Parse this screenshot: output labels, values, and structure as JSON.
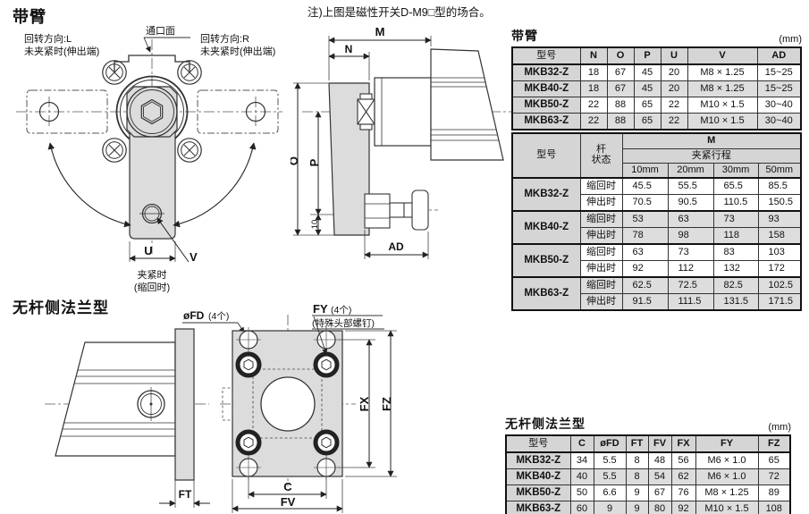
{
  "page": {
    "note": "注)上图是磁性开关D-M9□型的场合。"
  },
  "colors": {
    "drawing_fill": "#dcdcdc",
    "table_header_bg": "#d5d5d5",
    "table_shade_bg": "#dddddd",
    "line": "#333333"
  },
  "arm": {
    "heading": "带臂",
    "drawing1": {
      "port_face": "通口面",
      "rotation_l_line1": "回转方向:L",
      "rotation_l_line2": "未夹紧时(伸出端)",
      "rotation_r_line1": "回转方向:R",
      "rotation_r_line2": "未夹紧时(伸出端)",
      "dim_u": "U",
      "dim_v": "V",
      "clamped_line1": "夹紧时",
      "clamped_line2": "(缩回时)"
    },
    "drawing2": {
      "dim_m": "M",
      "dim_n": "N",
      "dim_o": "O",
      "dim_p": "P",
      "dim_10": "10",
      "dim_ad": "AD"
    },
    "table1": {
      "title": "带臂",
      "unit": "(mm)",
      "headers": [
        "型号",
        "N",
        "O",
        "P",
        "U",
        "V",
        "AD"
      ],
      "rows": [
        [
          "MKB32-Z",
          "18",
          "67",
          "45",
          "20",
          "M8 × 1.25",
          "15~25"
        ],
        [
          "MKB40-Z",
          "18",
          "67",
          "45",
          "20",
          "M8 × 1.25",
          "15~25"
        ],
        [
          "MKB50-Z",
          "22",
          "88",
          "65",
          "22",
          "M10 × 1.5",
          "30~40"
        ],
        [
          "MKB63-Z",
          "22",
          "88",
          "65",
          "22",
          "M10 × 1.5",
          "30~40"
        ]
      ]
    },
    "table2": {
      "header_model": "型号",
      "header_rod_line1": "杆",
      "header_rod_line2": "状态",
      "header_m": "M",
      "header_stroke": "夹紧行程",
      "stroke_cols": [
        "10mm",
        "20mm",
        "30mm",
        "50mm"
      ],
      "groups": [
        {
          "model": "MKB32-Z",
          "rows": [
            {
              "state": "缩回时",
              "values": [
                "45.5",
                "55.5",
                "65.5",
                "85.5"
              ]
            },
            {
              "state": "伸出时",
              "values": [
                "70.5",
                "90.5",
                "110.5",
                "150.5"
              ]
            }
          ]
        },
        {
          "model": "MKB40-Z",
          "rows": [
            {
              "state": "缩回时",
              "values": [
                "53",
                "63",
                "73",
                "93"
              ]
            },
            {
              "state": "伸出时",
              "values": [
                "78",
                "98",
                "118",
                "158"
              ]
            }
          ]
        },
        {
          "model": "MKB50-Z",
          "rows": [
            {
              "state": "缩回时",
              "values": [
                "63",
                "73",
                "83",
                "103"
              ]
            },
            {
              "state": "伸出时",
              "values": [
                "92",
                "112",
                "132",
                "172"
              ]
            }
          ]
        },
        {
          "model": "MKB63-Z",
          "rows": [
            {
              "state": "缩回时",
              "values": [
                "62.5",
                "72.5",
                "82.5",
                "102.5"
              ]
            },
            {
              "state": "伸出时",
              "values": [
                "91.5",
                "111.5",
                "131.5",
                "171.5"
              ]
            }
          ]
        }
      ]
    }
  },
  "flange": {
    "heading": "无杆侧法兰型",
    "drawing": {
      "fd_label": "øFD",
      "fd_qty": "(4个)",
      "fy_label": "FY",
      "fy_qty": "(4个)",
      "fy_note": "(特殊头部螺钉)",
      "dim_ft": "FT",
      "dim_c": "C",
      "dim_fv": "FV",
      "dim_fx": "FX",
      "dim_fz": "FZ"
    },
    "table": {
      "title": "无杆侧法兰型",
      "unit": "(mm)",
      "headers": [
        "型号",
        "C",
        "øFD",
        "FT",
        "FV",
        "FX",
        "FY",
        "FZ"
      ],
      "rows": [
        [
          "MKB32-Z",
          "34",
          "5.5",
          "8",
          "48",
          "56",
          "M6 × 1.0",
          "65"
        ],
        [
          "MKB40-Z",
          "40",
          "5.5",
          "8",
          "54",
          "62",
          "M6 × 1.0",
          "72"
        ],
        [
          "MKB50-Z",
          "50",
          "6.6",
          "9",
          "67",
          "76",
          "M8 × 1.25",
          "89"
        ],
        [
          "MKB63-Z",
          "60",
          "9",
          "9",
          "80",
          "92",
          "M10 × 1.5",
          "108"
        ]
      ]
    }
  }
}
